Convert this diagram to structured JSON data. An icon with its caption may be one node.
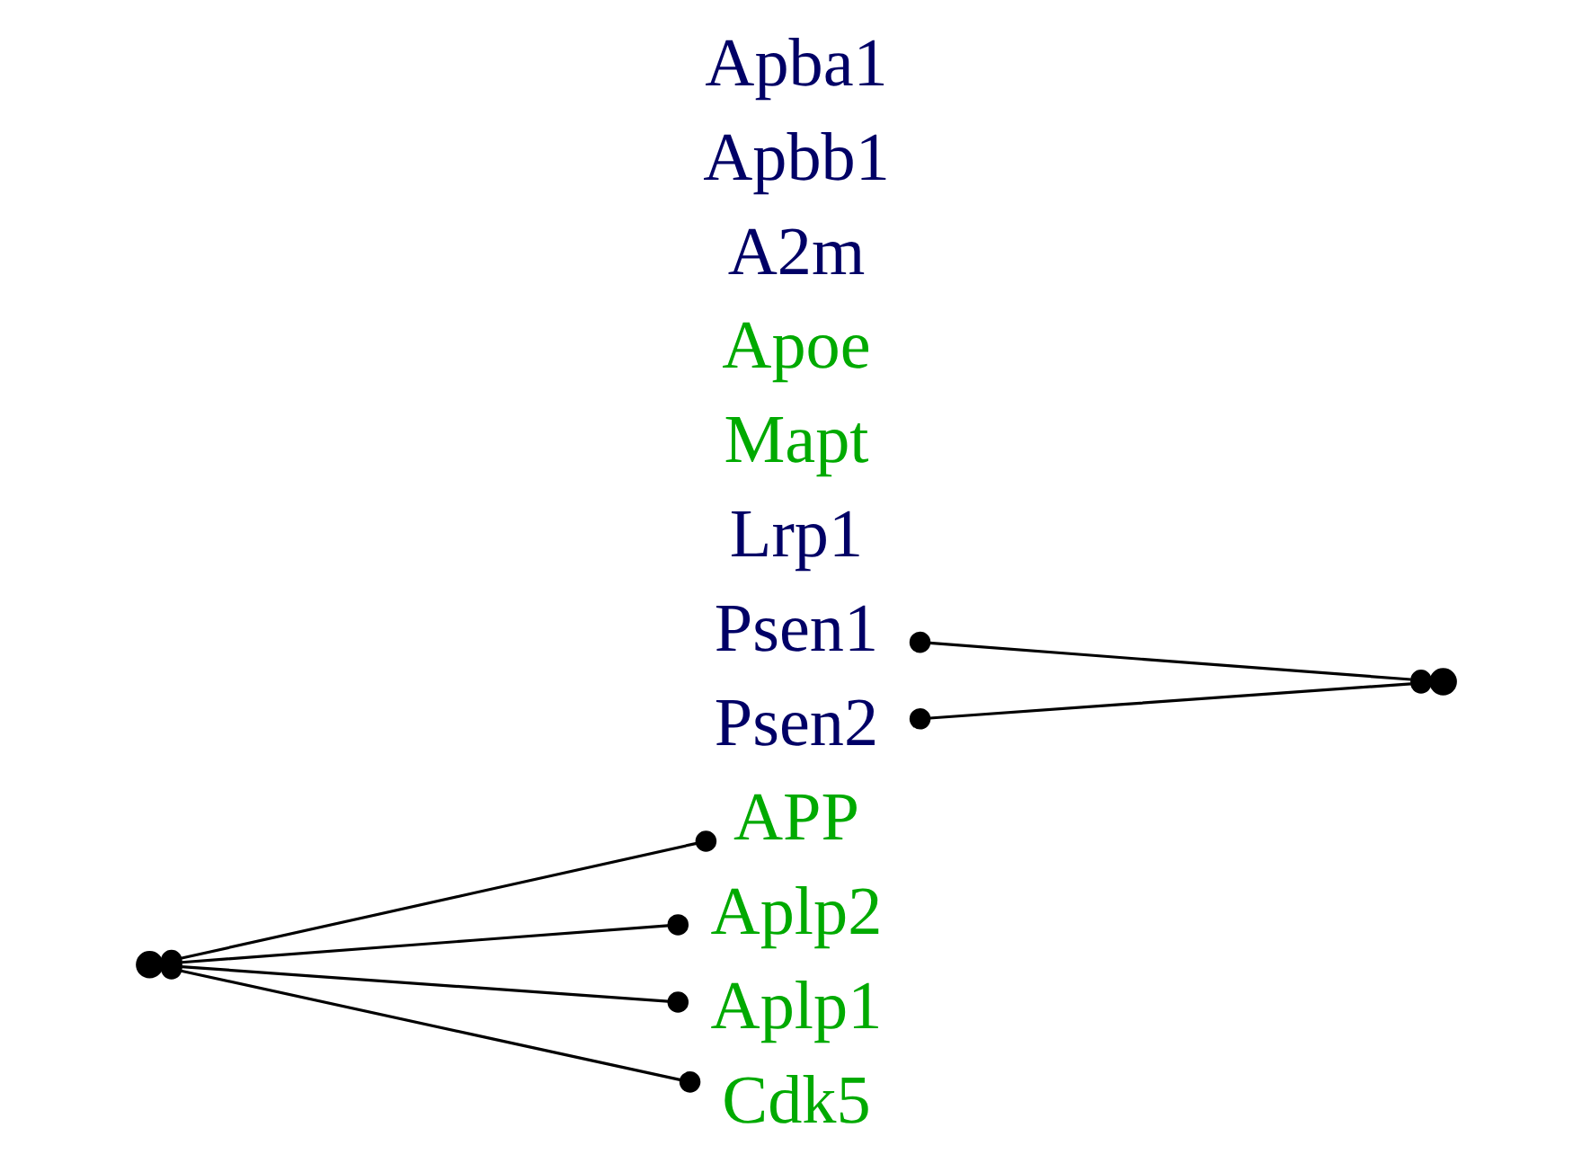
{
  "diagram": {
    "nodes": [
      {
        "text": [],
        "shape": "circle"
      },
      {
        "text": [
          "APP"
        ]
      },
      {
        "text": [
          "Aplp2"
        ]
      },
      {
        "text": [
          "Aplp1"
        ]
      },
      {
        "text": [
          "Psen1"
        ]
      },
      {
        "text": [
          "Psen2"
        ]
      },
      {
        "text": [
          "Lrp1"
        ]
      },
      {
        "text": [
          "Mapt"
        ]
      },
      {
        "text": [
          "Apoe"
        ]
      },
      {
        "text": [
          "A2m"
        ]
      },
      {
        "text": [
          "Apbb1"
        ]
      },
      {
        "text": [
          "Apba1"
        ]
      },
      {
        "text": [
          "Cdk5"
        ]
      },
      {
        "text": [],
        "shape": "circle"
      }
    ],
    "edges": [
      {
        "from": 0,
        "to": 1,
        "arrow": "other"
      },
      {
        "from": 0,
        "to": 2,
        "arrow": "other"
      },
      {
        "from": 0,
        "to": 3,
        "arrow": "other"
      },
      {
        "from": 0,
        "to": 12,
        "arrow": "other"
      },
      {
        "from": 4,
        "to": 13,
        "arrow": "other"
      },
      {
        "from": 5,
        "to": 13,
        "arrow": "other"
      }
    ]
  }
}
